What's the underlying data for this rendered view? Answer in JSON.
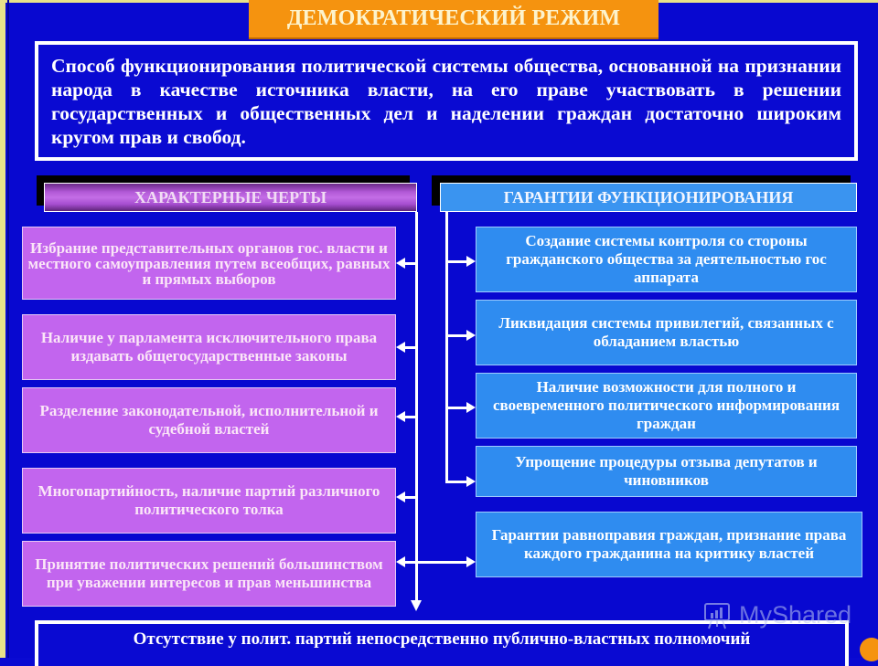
{
  "title": "ДЕМОКРАТИЧЕСКИЙ РЕЖИМ",
  "definition": "Способ функционирования политической системы общества, основанной на признании народа в качестве источника власти, на его праве участвовать в решении государственных и общественных дел и наделении граждан достаточно широким кругом прав и свобод.",
  "left_column": {
    "header": "ХАРАКТЕРНЫЕ ЧЕРТЫ",
    "items": [
      {
        "text": "Избрание представительных органов гос. власти и местного самоуправления путем всеобщих, равных и прямых выборов"
      },
      {
        "text": "Наличие у парламента исключительного права издавать общегосударственные законы"
      },
      {
        "text": "Разделение законодательной, исполнительной и судебной властей"
      },
      {
        "text": "Многопартийность, наличие партий различного политического толка"
      },
      {
        "text": "Принятие политических решений большинством при уважении интересов и прав меньшинства"
      }
    ]
  },
  "right_column": {
    "header": "ГАРАНТИИ ФУНКЦИОНИРОВАНИЯ",
    "items": [
      {
        "text": "Создание системы контроля со стороны гражданского общества за деятельностью гос аппарата"
      },
      {
        "text": "Ликвидация системы привилегий, связанных с обладанием властью"
      },
      {
        "text": "Наличие возможности для полного и своевременного политического информирования граждан"
      },
      {
        "text": "Упрощение процедуры отзыва депутатов и чиновников"
      },
      {
        "text": "Гарантии равноправия граждан, признание права каждого гражданина на критику властей"
      }
    ]
  },
  "bottom": "Отсутствие у полит. партий непосредственно публично-властных полномочий",
  "watermark": "MyShared",
  "colors": {
    "background": "#0808d0",
    "title_banner": "#f5930f",
    "left_boxes": "#c265ee",
    "right_boxes": "#2f8cf0",
    "frame_border": "#e8e28a"
  }
}
